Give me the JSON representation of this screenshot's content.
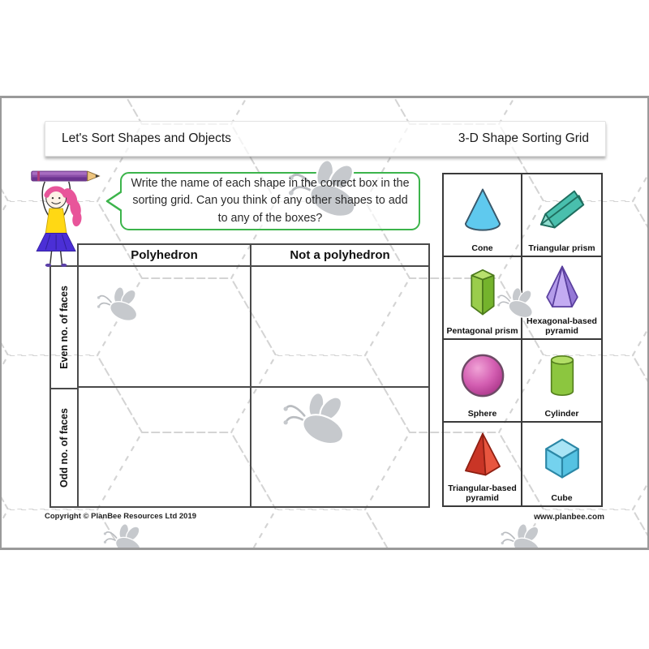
{
  "header": {
    "left_title": "Let's Sort Shapes and Objects",
    "right_title": "3-D Shape Sorting Grid"
  },
  "speech_bubble": {
    "text": "Write the name of each shape in the correct box in the sorting grid. Can you think of any other shapes to add to any of the boxes?"
  },
  "sorting_grid": {
    "column_headers": [
      "Polyhedron",
      "Not a polyhedron"
    ],
    "row_headers": [
      "Even no. of faces",
      "Odd no. of faces"
    ],
    "cells": [
      [
        "",
        ""
      ],
      [
        "",
        ""
      ]
    ]
  },
  "shape_cards": [
    {
      "label": "Cone",
      "color": "#5fc9ee"
    },
    {
      "label": "Triangular prism",
      "color": "#49bfad"
    },
    {
      "label": "Pentagonal prism",
      "color": "#8cc63f"
    },
    {
      "label": "Hexagonal-based pyramid",
      "color": "#b49cea"
    },
    {
      "label": "Sphere",
      "color": "#d45fb2"
    },
    {
      "label": "Cylinder",
      "color": "#8cc63f"
    },
    {
      "label": "Triangular-based pyramid",
      "color": "#d94330"
    },
    {
      "label": "Cube",
      "color": "#74d2ee"
    }
  ],
  "footer": {
    "copyright": "Copyright © PlanBee Resources Ltd 2019",
    "website": "www.planbee.com"
  },
  "decor": {
    "bee_color": "#c6c9cd",
    "hexagon_line_color": "#d4d4d4",
    "bubble_border_color": "#3cb44b",
    "pencil_color": "#8a4fa8"
  }
}
